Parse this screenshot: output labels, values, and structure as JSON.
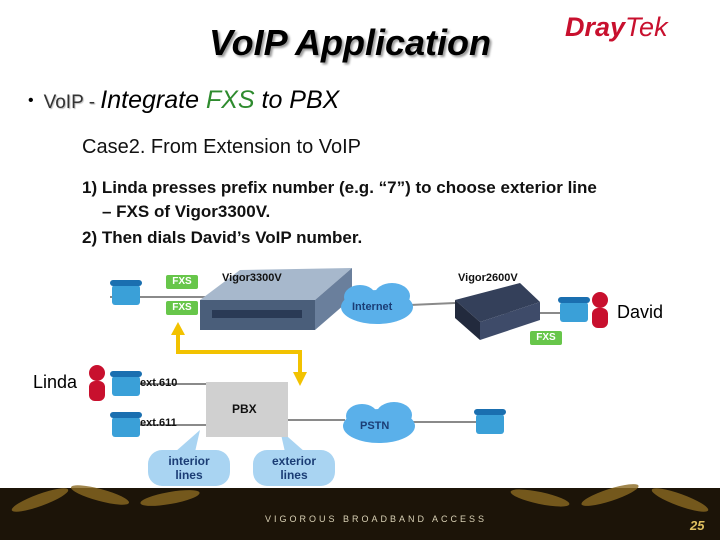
{
  "slide": {
    "title": "VoIP Application",
    "logo": {
      "part1": "Dray",
      "part2": "Tek"
    },
    "bullet": {
      "prefix": "VoIP - ",
      "main1": "Integrate ",
      "fxs": "FXS",
      "main2": " to PBX"
    },
    "case_title": "Case2. From Extension to VoIP",
    "steps": [
      "1) Linda presses prefix number (e.g. “7”) to choose exterior line",
      "– FXS of Vigor3300V.",
      "2) Then dials David’s VoIP number."
    ]
  },
  "diagram": {
    "vigor3300v": "Vigor3300V",
    "vigor2600v": "Vigor2600V",
    "fxs_label": "FXS",
    "internet": "Internet",
    "pstn": "PSTN",
    "pbx": "PBX",
    "david": "David",
    "linda": "Linda",
    "ext1": "ext.610",
    "ext2": "ext.611",
    "interior_lines": [
      "interior",
      "lines"
    ],
    "exterior_lines": [
      "exterior",
      "lines"
    ],
    "colors": {
      "fxs": "#67c64a",
      "cloud": "#5ab0ea",
      "yellow_line": "#f2c200",
      "drayred": "#c8102e"
    }
  },
  "footer": {
    "tagline": "VIGOROUS BROADBAND ACCESS",
    "page": "25"
  }
}
